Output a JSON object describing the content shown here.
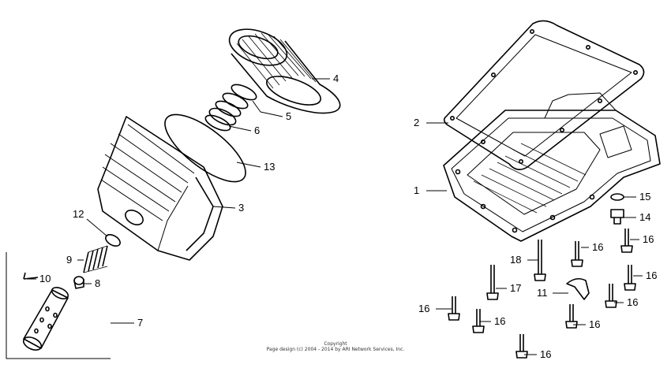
{
  "callouts": {
    "p1": "1",
    "p2": "2",
    "p3": "3",
    "p4": "4",
    "p5": "5",
    "p6": "6",
    "p7": "7",
    "p8": "8",
    "p9": "9",
    "p10": "10",
    "p11": "11",
    "p12": "12",
    "p13": "13",
    "p14": "14",
    "p15": "15",
    "p16": "16",
    "p17": "17",
    "p18": "18"
  },
  "copyright": {
    "line1": "Copyright",
    "line2": "Page design (c) 2004 - 2014 by ARI Network Services, Inc."
  }
}
